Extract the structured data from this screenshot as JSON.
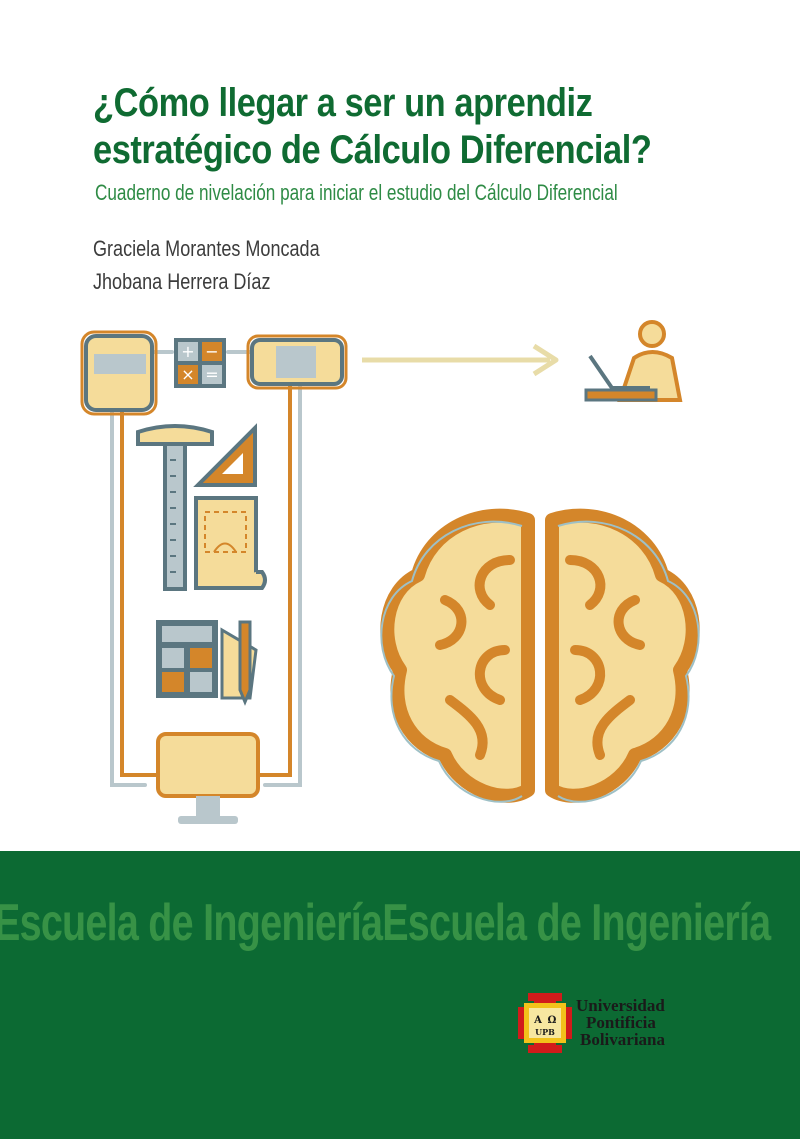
{
  "title": {
    "line1": "¿Cómo llegar a ser un aprendiz",
    "line2": "estratégico de Cálculo Diferencial?"
  },
  "subtitle": "Cuaderno de nivelación para iniciar el estudio del Cálculo Diferencial",
  "authors": [
    "Graciela Morantes Moncada",
    "Jhobana Herrera Díaz"
  ],
  "footer": {
    "school_name_repeated": [
      "Escuela de Ingeniería",
      "Escuela de Ingeniería"
    ],
    "university": [
      "Universidad",
      "Pontificia",
      "Bolivariana"
    ],
    "seal_letters": [
      "A",
      "Ω",
      "UPB"
    ]
  },
  "icons": [
    "circuit-frame-icon",
    "calculator-icon",
    "t-square-ruler-icon",
    "set-square-icon",
    "blueprint-scroll-icon",
    "calculator-pencil-icon",
    "monitor-icon",
    "arrow-right-icon",
    "person-laptop-icon",
    "brain-icon"
  ],
  "colors": {
    "title_green": "#0f6b32",
    "subtitle_green": "#2e8b45",
    "footer_green": "#0c6a33",
    "accent_orange": "#d4862a",
    "accent_cream": "#f5dc9a",
    "accent_slate": "#5b7680"
  }
}
